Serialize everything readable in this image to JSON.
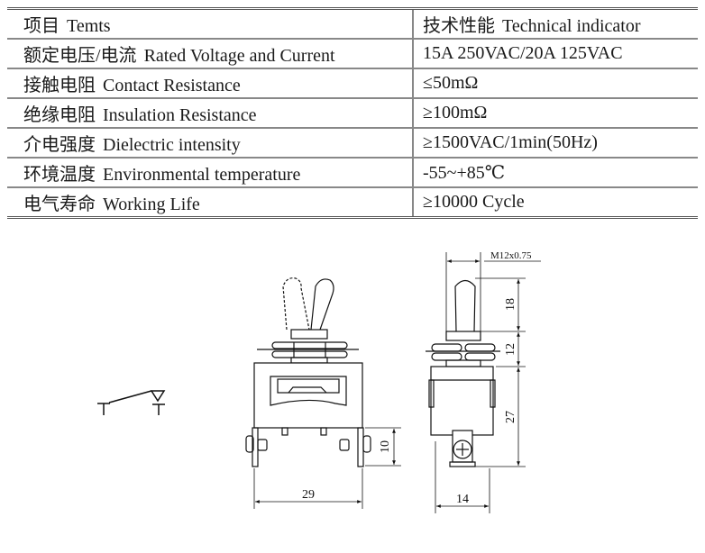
{
  "table": {
    "header": {
      "item_cn": "项目",
      "item_en": "Temts",
      "value_cn": "技术性能",
      "value_en": "Technical indicator"
    },
    "rows": [
      {
        "cn": "额定电压/电流",
        "en": "Rated Voltage and Current",
        "value": "15A 250VAC/20A 125VAC"
      },
      {
        "cn": "接触电阻",
        "en": "Contact Resistance",
        "value": "≤50mΩ"
      },
      {
        "cn": "绝缘电阻",
        "en": "Insulation Resistance",
        "value": "≥100mΩ"
      },
      {
        "cn": "介电强度",
        "en": "Dielectric intensity",
        "value": "≥1500VAC/1min(50Hz)"
      },
      {
        "cn": "环境温度",
        "en": "Environmental temperature",
        "value": "-55~+85℃"
      },
      {
        "cn": "电气寿命",
        "en": "Working Life",
        "value": "≥10000 Cycle"
      }
    ]
  },
  "drawing": {
    "front_width": "29",
    "terminal_height": "10",
    "thread": "M12x0.75",
    "lever_height": "18",
    "bushing_height": "12",
    "body_height": "27",
    "side_width": "14"
  }
}
